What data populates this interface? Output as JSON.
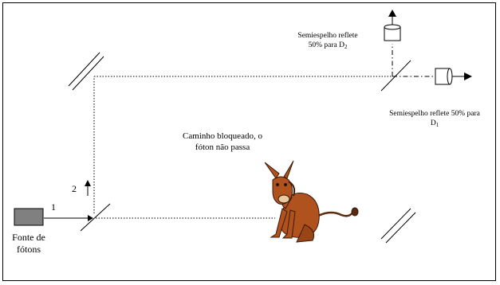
{
  "labels": {
    "semi_top_line1": "Semiespelho reflete",
    "semi_top_line2": "50% para D",
    "semi_top_sub": "2",
    "semi_right_line1": "Semiespelho reflete 50% para",
    "semi_right_line2": "D",
    "semi_right_sub": "1",
    "blocked_line1": "Caminho bloqueado, o",
    "blocked_line2": "fóton não passa",
    "step_1": "1",
    "step_2": "2",
    "source_line1": "Fonte de",
    "source_line2": "fótons"
  },
  "icons": {
    "blocker": "donkey-icon",
    "detector_top": "detector-icon",
    "detector_right": "detector-icon"
  },
  "colors": {
    "line": "#000000",
    "beam": "#000000",
    "source_fill": "#808080",
    "donkey_body": "#b0521d",
    "donkey_dark": "#5a2a10"
  }
}
